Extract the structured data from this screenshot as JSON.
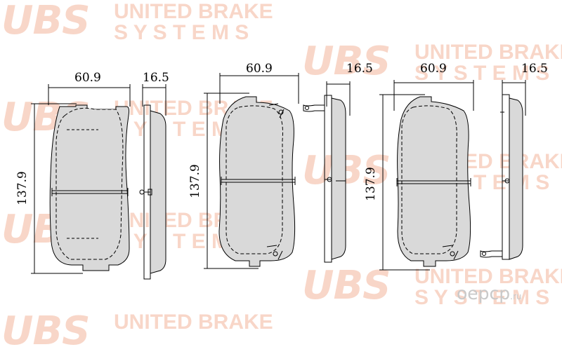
{
  "watermark": {
    "logo": "UBS",
    "line1": "UNITED BRAKE",
    "line2": "SYSTEMS",
    "line2_spaced": "S Y S T E M S"
  },
  "dimensions": {
    "pad1": {
      "width": "60.9",
      "thickness": "16.5",
      "height": "137.9"
    },
    "pad2": {
      "width": "60.9",
      "thickness": "16.5",
      "height": "137.9"
    },
    "pad3": {
      "width": "60.9",
      "thickness": "16.5",
      "height": "137.9"
    }
  },
  "brand_mark": {
    "name": "oepcp",
    "suffix": ".ru"
  },
  "colors": {
    "pad_fill": "#d9d9d9",
    "line": "#000000",
    "watermark": "#f6c9b6",
    "brand": "#c9c9c9"
  }
}
